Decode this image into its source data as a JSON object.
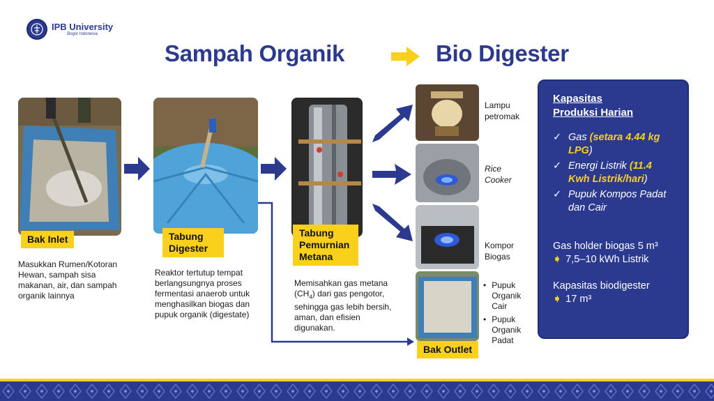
{
  "logo": {
    "name": "IPB University",
    "sub": "Bogor Indonesia"
  },
  "title": {
    "left": "Sampah Organik",
    "right": "Bio Digester"
  },
  "steps": [
    {
      "label": "Bak Inlet",
      "desc": "Masukkan Rumen/Kotoran Hewan, sampah sisa makanan, air, dan sampah organik lainnya"
    },
    {
      "label": "Tabung Digester",
      "desc": "Reaktor tertutup tempat berlangsungnya proses fermentasi anaerob untuk menghasilkan biogas dan pupuk organik (digestate)"
    },
    {
      "label": "Tabung Pemurnian Metana",
      "desc_a": "Memisahkan gas metana (CH",
      "desc_sub": "4",
      "desc_b": ") dari gas pengotor, sehingga gas lebih bersih, aman, dan efisien digunakan."
    }
  ],
  "outputs": [
    {
      "label1": "Lampu",
      "label2": "petromak"
    },
    {
      "label1": "Rice",
      "label2": "Cooker"
    },
    {
      "label1": "Kompor",
      "label2": "Biogas"
    }
  ],
  "outlet": {
    "label": "Bak Outlet",
    "items": [
      "Pupuk Organik Cair",
      "Pupuk Organik Padat"
    ]
  },
  "info": {
    "title1": "Kapasitas",
    "title2": "Produksi Harian",
    "checks": [
      {
        "a": "Gas ",
        "hl": "(setara 4.44 kg LPG",
        "b": ")"
      },
      {
        "a": "Energi Listrik ",
        "hl": "(11.4 Kwh Listrik/hari",
        "b": ")"
      },
      {
        "a": "Pupuk Kompos Padat dan Cair",
        "hl": "",
        "b": ""
      }
    ],
    "gas_holder": "Gas holder biogas 5 m³",
    "gas_holder_value": "7,5–10 kWh Listrik",
    "capacity": "Kapasitas biodigester",
    "capacity_value": "17 m³"
  },
  "colors": {
    "navy": "#2b3a8f",
    "yellow": "#f9d01c"
  }
}
